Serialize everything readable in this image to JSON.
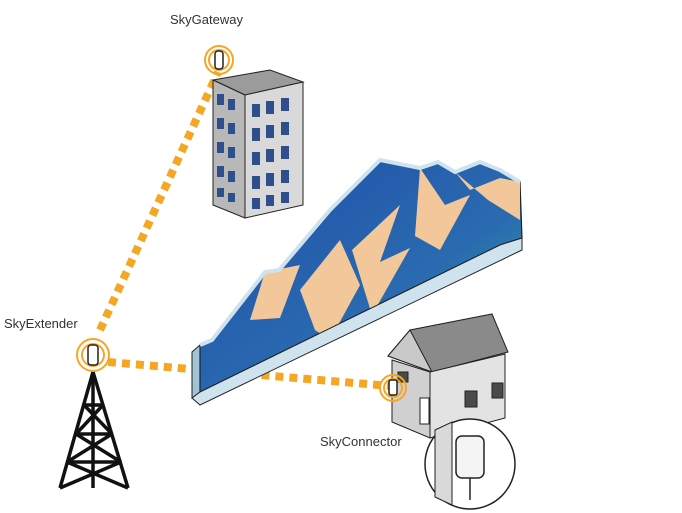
{
  "labels": {
    "gateway": "SkyGateway",
    "extender": "SkyExtender",
    "connector": "SkyConnector"
  },
  "colors": {
    "link": "#f5a623",
    "mountain_sky_top": "#1f4ea8",
    "mountain_sky_bottom": "#2aa59a",
    "mountain_rock": "#f2c79a",
    "building_wall": "#d9d9d9",
    "building_side": "#b8b8b8",
    "window": "#2e4f8c",
    "house_wall": "#e3e3e3",
    "house_roof": "#8a8a8a",
    "outline": "#222222"
  },
  "icons": [
    "radio-antenna-icon",
    "tower-icon",
    "building-icon",
    "mountain-range-icon",
    "house-icon",
    "indoor-unit-icon"
  ]
}
